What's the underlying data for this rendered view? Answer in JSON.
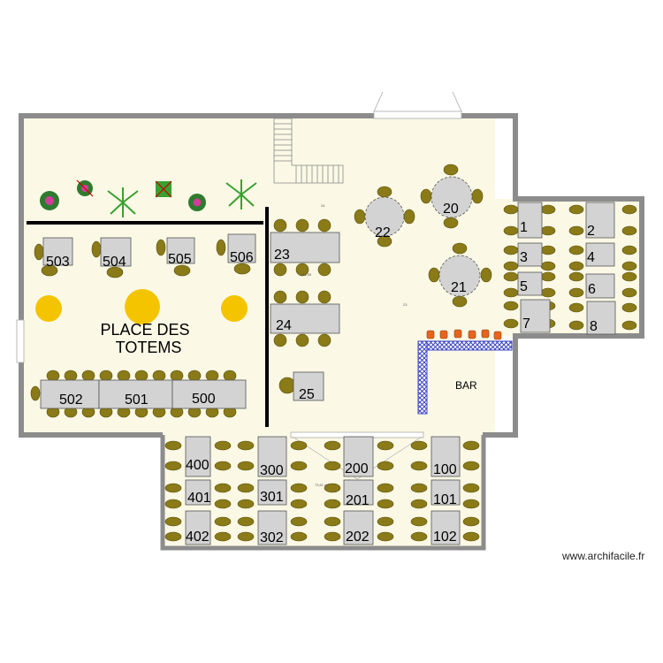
{
  "zone_labels": {
    "place_line1": "PLACE DES",
    "place_line2": "TOTEMS",
    "bar": "BAR"
  },
  "areas": {
    "a1": "24",
    "a2": "341,55",
    "a3": "23",
    "a4": "73,61 m²"
  },
  "tables": {
    "t1": "1",
    "t2": "2",
    "t3": "3",
    "t4": "4",
    "t5": "5",
    "t6": "6",
    "t7": "7",
    "t8": "8",
    "t20": "20",
    "t21": "21",
    "t22": "22",
    "t23": "23",
    "t24": "24",
    "t25": "25",
    "t100": "100",
    "t101": "101",
    "t102": "102",
    "t200": "200",
    "t201": "201",
    "t202": "202",
    "t300": "300",
    "t301": "301",
    "t302": "302",
    "t400": "400",
    "t401": "401",
    "t402": "402",
    "t500": "500",
    "t501": "501",
    "t502": "502",
    "t503": "503",
    "t504": "504",
    "t505": "505",
    "t506": "506"
  },
  "watermark": "www.archifacile.fr",
  "colors": {
    "floor": "#fbf9e6",
    "wall": "#8c8c8c",
    "chair": "#8a7a18",
    "table": "#d3d3d3",
    "totem": "#f5c400",
    "bar": "#3b44c6",
    "bottle": "#e8641c"
  }
}
